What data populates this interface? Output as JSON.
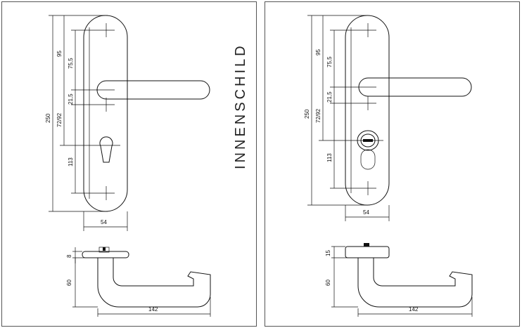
{
  "left": {
    "title": "INNENSCHILD",
    "dims": {
      "total": "250",
      "upper": "95",
      "to_handle": "75,5",
      "handle_gap": "21,5",
      "spacing": "72/92",
      "lower": "113",
      "width": "54",
      "thickness": "8",
      "depth": "60",
      "length": "142"
    }
  },
  "right": {
    "dims": {
      "total": "250",
      "upper": "95",
      "to_handle": "75,5",
      "handle_gap": "21,5",
      "spacing": "72/92",
      "lower": "113",
      "width": "54",
      "thickness": "15",
      "depth": "60",
      "length": "142"
    }
  },
  "colors": {
    "line": "#111111",
    "frame": "#555555"
  }
}
